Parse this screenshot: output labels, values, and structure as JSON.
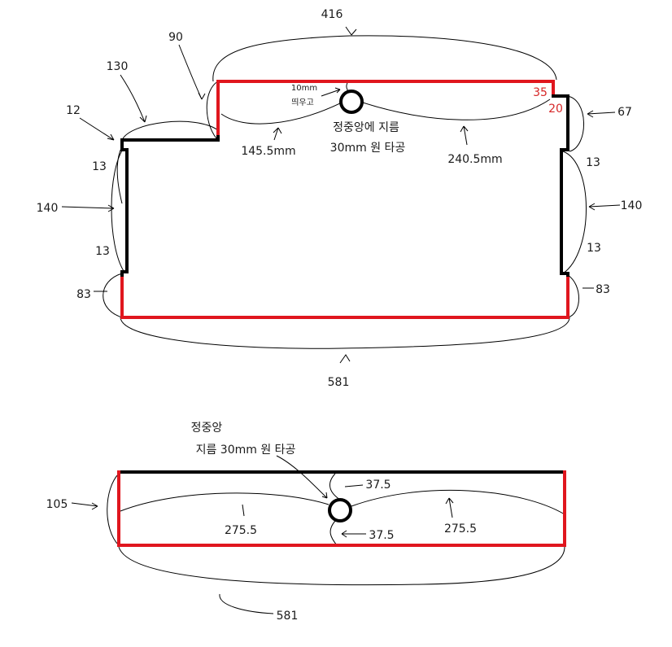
{
  "colors": {
    "outline": "#000000",
    "cut_edge": "#e0161e",
    "red_label": "#d62728"
  },
  "top_part": {
    "dims": {
      "top_width": "416",
      "step_width": "90",
      "left_ledge": "130",
      "left_corner": "12",
      "left_notch_upper": "13",
      "left_height": "140",
      "left_notch_lower": "13",
      "left_bottom": "83",
      "bottom_width": "581",
      "right_top_red": "35",
      "right_top_red2": "20",
      "right_upper": "67",
      "right_notch_upper": "13",
      "right_height": "140",
      "right_notch_lower": "13",
      "right_bottom": "83",
      "hole_left": "145.5mm",
      "hole_right": "240.5mm"
    },
    "offset_note_line1": "10mm",
    "offset_note_line2": "띄우고",
    "hole_note_line1": "정중앙에 지름",
    "hole_note_line2": "30mm 원 타공"
  },
  "bottom_part": {
    "note_line1": "정중앙",
    "note_line2": "지름 30mm 원 타공",
    "dims": {
      "height": "105",
      "top_to_hole": "37.5",
      "hole_to_bottom": "37.5",
      "left": "275.5",
      "right": "275.5",
      "width": "581"
    }
  }
}
